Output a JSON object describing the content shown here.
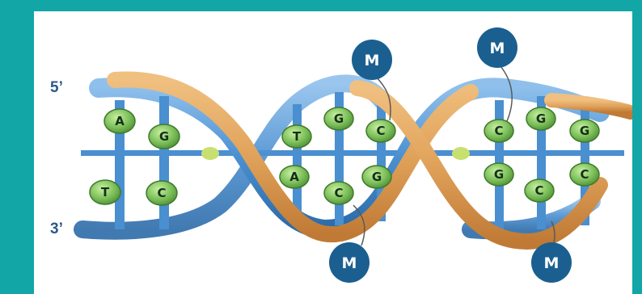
{
  "strand_labels": {
    "five_prime": "5’",
    "three_prime": "3’"
  },
  "top_bases": [
    "A",
    "G",
    "T",
    "G",
    "C",
    "C",
    "G",
    "G"
  ],
  "bottom_bases": [
    "T",
    "C",
    "A",
    "C",
    "G",
    "G",
    "C",
    "C"
  ],
  "methyl_label": "M",
  "colors": {
    "background": "#12a6a6",
    "panel": "#ffffff",
    "backbone_blue": "#4a8fd0",
    "backbone_orange": "#e0a25a",
    "base_green": "#7cbf5a",
    "methyl_blue": "#1a5f8f",
    "label_blue": "#2a5a8a"
  }
}
